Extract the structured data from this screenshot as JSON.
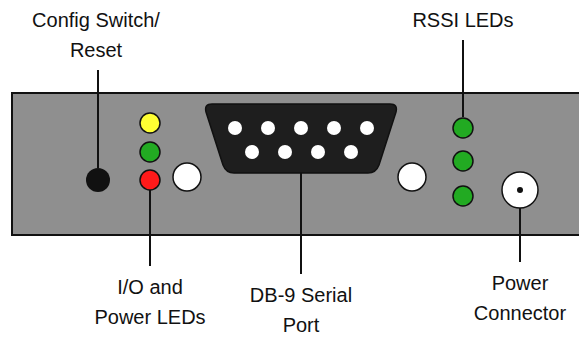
{
  "diagram": {
    "labels": [
      "Config Switch/ Reset",
      "RSSI LEDs",
      "I/O and Power LEDs",
      "DB-9 Serial Port",
      "Power Connector"
    ]
  }
}
